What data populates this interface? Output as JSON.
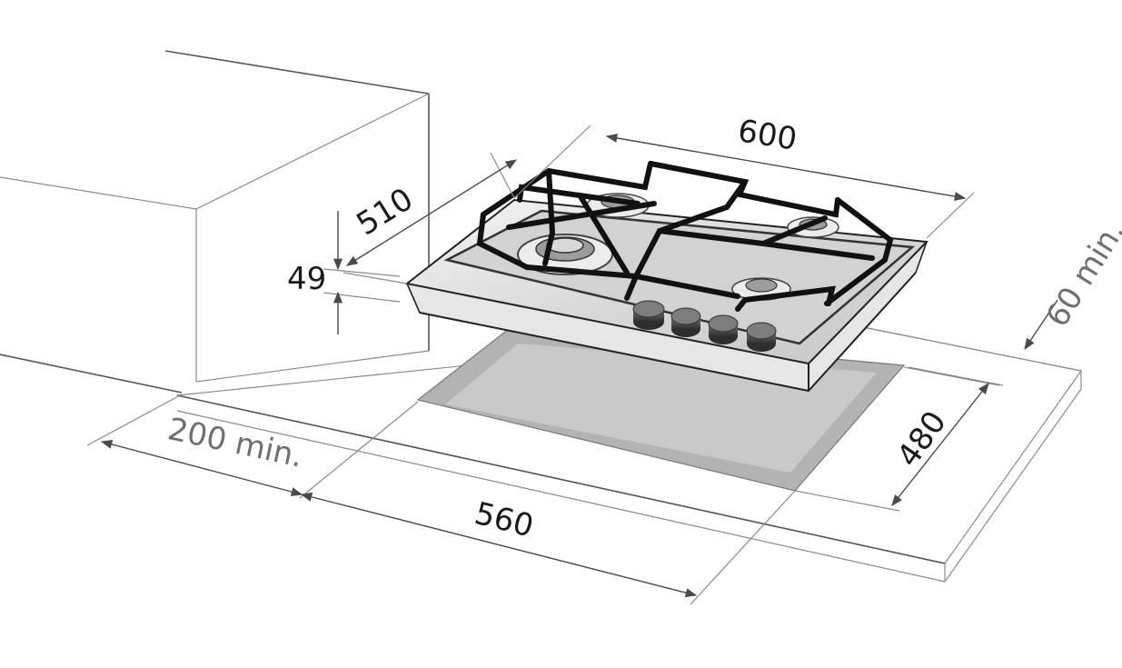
{
  "dimensions": {
    "hob_width": "600",
    "hob_depth": "510",
    "hob_height": "49",
    "cutout_width": "560",
    "cutout_depth": "480",
    "clearance_side": "200 min.",
    "clearance_back": "60 min."
  },
  "colors": {
    "outline_dark": "#222222",
    "outline_grey": "#8a8a8a",
    "steel_light": "#e6e6e6",
    "steel_mid": "#c9c9c9",
    "cutout_grey": "#b3b3b3",
    "knob_dark": "#4d4d4d",
    "label_dark": "#1a1a1a",
    "label_grey": "#6f6f6f"
  },
  "icons": {
    "hob": "gas-hob-illustration",
    "knob": "control-knob-icon",
    "burner": "burner-icon",
    "arrow": "dimension-arrow-icon"
  }
}
